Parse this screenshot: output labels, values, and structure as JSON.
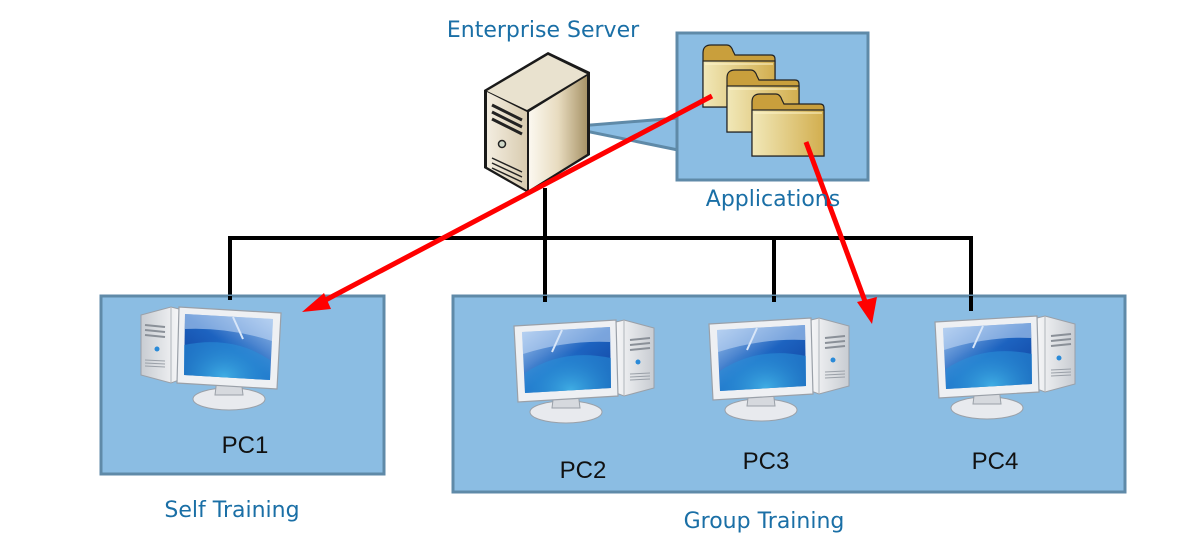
{
  "diagram": {
    "server": {
      "label": "Enterprise Server",
      "icon": "server-tower-icon"
    },
    "applications": {
      "label": "Applications",
      "icon": "folder-icon",
      "folder_count": 3
    },
    "groups": [
      {
        "label": "Self Training",
        "pcs": [
          "PC1"
        ]
      },
      {
        "label": "Group Training",
        "pcs": [
          "PC2",
          "PC3",
          "PC4"
        ]
      }
    ],
    "pc_icon": "desktop-computer-icon",
    "colors": {
      "panel_fill": "#8bbde3",
      "panel_border": "#5f8aa8",
      "label_blue": "#1a6fa6",
      "network_line": "#000000",
      "arrow": "#ff0000"
    },
    "arrows": [
      {
        "from": "Applications",
        "to": "Self Training"
      },
      {
        "from": "Applications",
        "to": "Group Training"
      }
    ]
  }
}
